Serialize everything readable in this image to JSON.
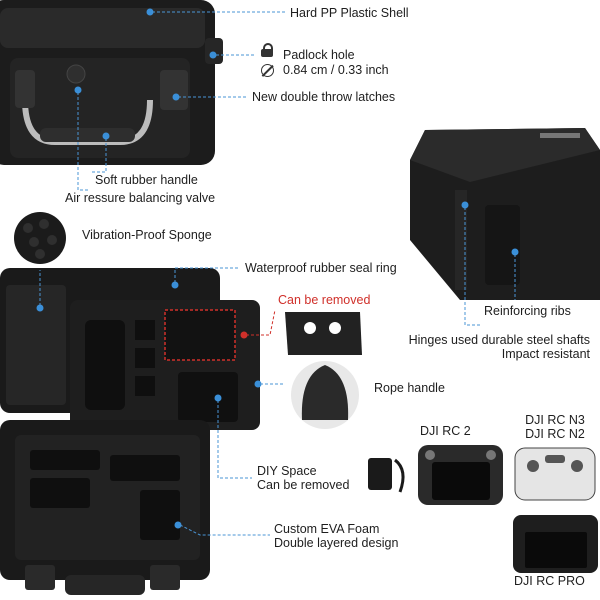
{
  "callouts": {
    "shell": "Hard PP Plastic Shell",
    "padlock": "Padlock hole",
    "padlock_size": "0.84 cm / 0.33 inch",
    "latches": "New double throw latches",
    "handle": "Soft rubber handle",
    "valve": "Air ressure balancing valve",
    "sponge": "Vibration-Proof Sponge",
    "seal": "Waterproof rubber seal ring",
    "removable": "Can be removed",
    "ribs": "Reinforcing ribs",
    "hinges": "Hinges used durable steel shafts",
    "impact": "Impact resistant",
    "rope": "Rope handle",
    "diy": "DIY Space",
    "diy_removed": "Can be removed",
    "foam": "Custom EVA Foam",
    "foam_layers": "Double layered design"
  },
  "controllers": {
    "rc2": "DJI RC 2",
    "rcn3": "DJI RC N3",
    "rcn2": "DJI RC N2",
    "rcpro": "DJI RC PRO"
  },
  "icons": [
    "padlock-icon",
    "diameter-icon"
  ],
  "colors": {
    "accent_blue": "#3a8fd8",
    "accent_red": "#d0302a",
    "case_black": "#1c1c1c"
  }
}
